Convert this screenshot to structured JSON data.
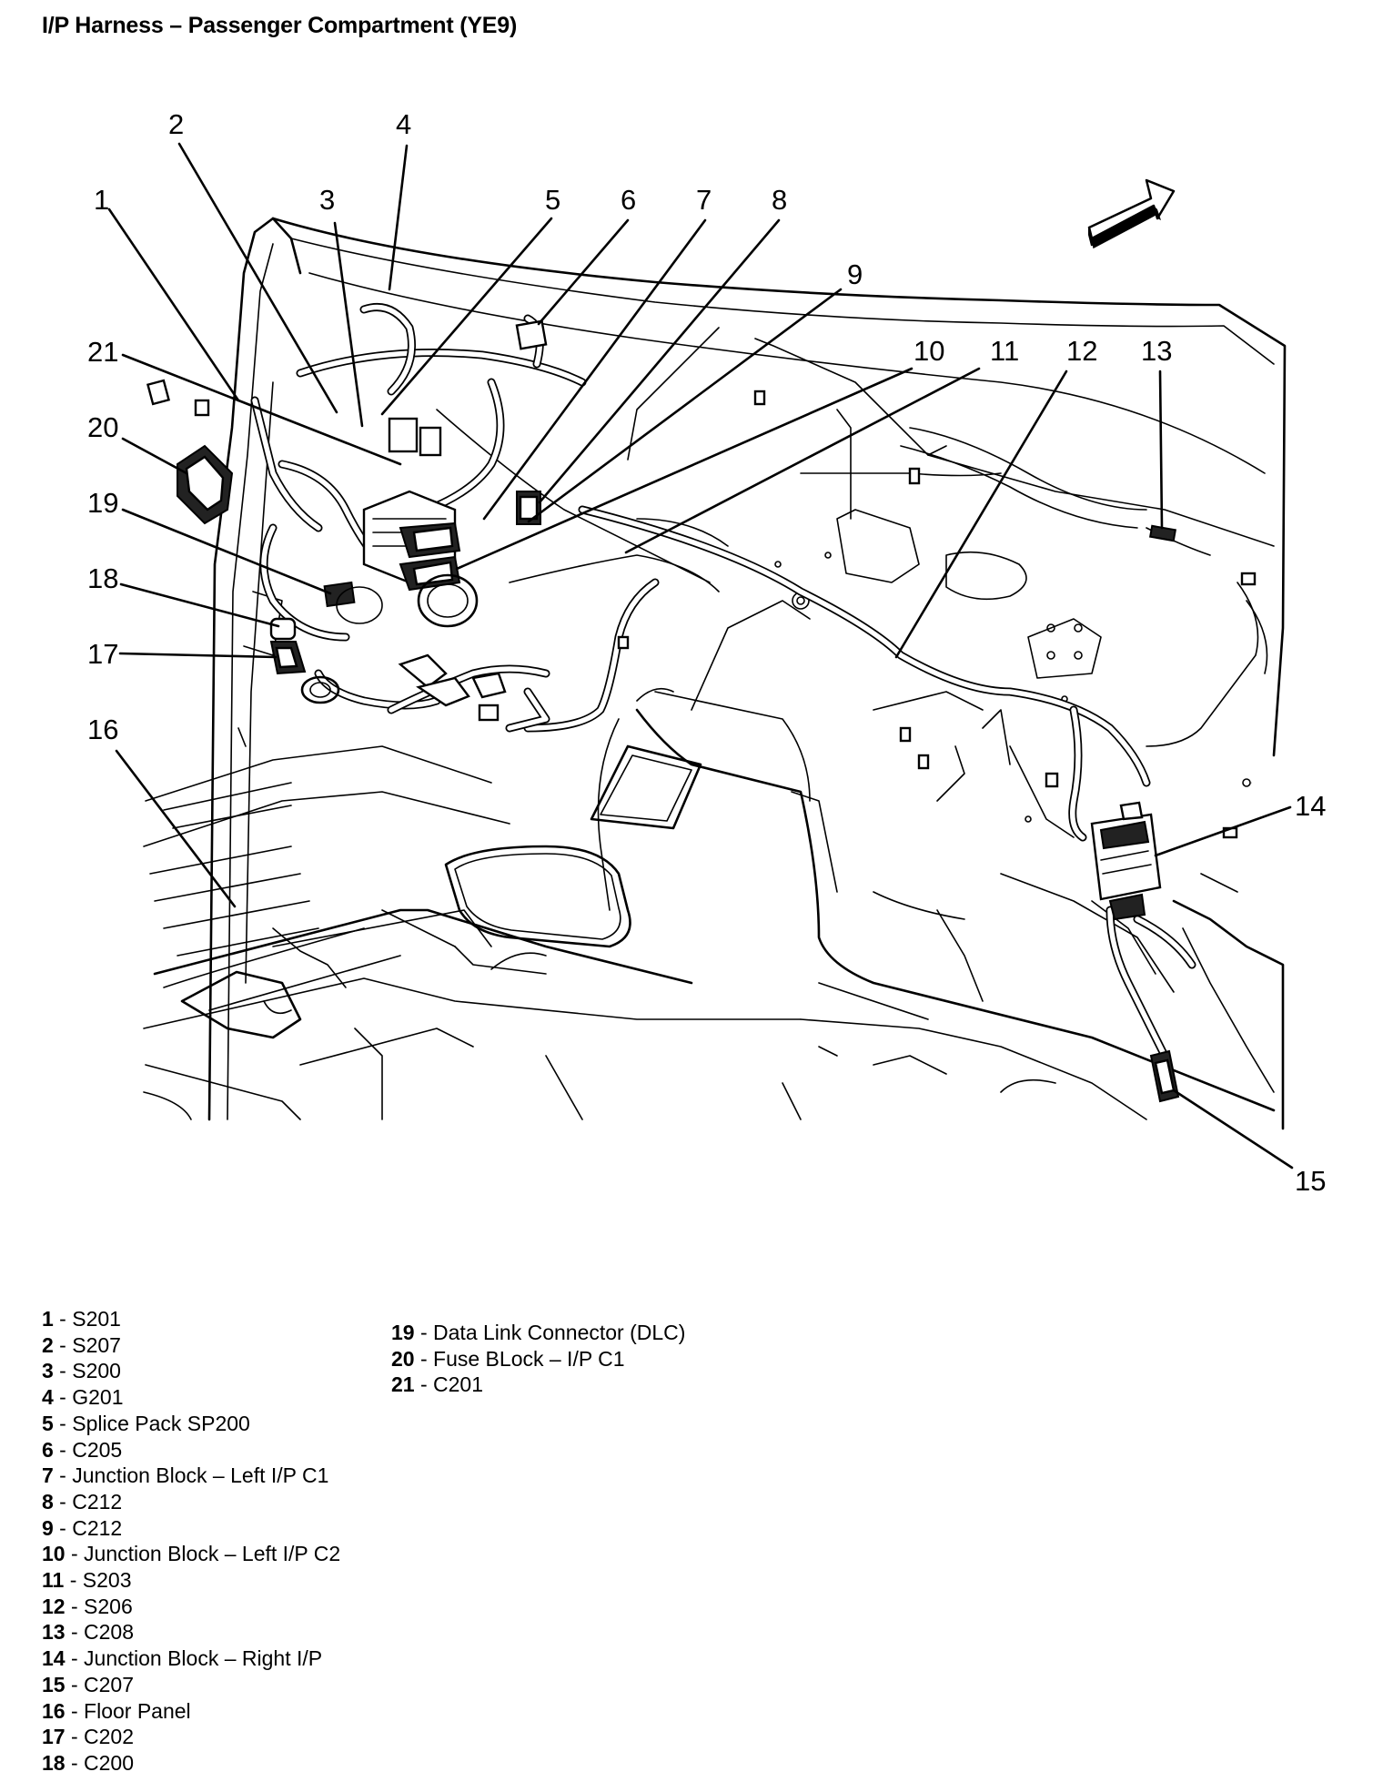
{
  "title": "I/P Harness – Passenger Compartment (YE9)",
  "callouts": [
    {
      "id": "1",
      "num": "1"
    },
    {
      "id": "2",
      "num": "2"
    },
    {
      "id": "3",
      "num": "3"
    },
    {
      "id": "4",
      "num": "4"
    },
    {
      "id": "5",
      "num": "5"
    },
    {
      "id": "6",
      "num": "6"
    },
    {
      "id": "7",
      "num": "7"
    },
    {
      "id": "8",
      "num": "8"
    },
    {
      "id": "9",
      "num": "9"
    },
    {
      "id": "10",
      "num": "10"
    },
    {
      "id": "11",
      "num": "11"
    },
    {
      "id": "12",
      "num": "12"
    },
    {
      "id": "13",
      "num": "13"
    },
    {
      "id": "14",
      "num": "14"
    },
    {
      "id": "15",
      "num": "15"
    },
    {
      "id": "16",
      "num": "16"
    },
    {
      "id": "17",
      "num": "17"
    },
    {
      "id": "18",
      "num": "18"
    },
    {
      "id": "19",
      "num": "19"
    },
    {
      "id": "20",
      "num": "20"
    },
    {
      "id": "21",
      "num": "21"
    }
  ],
  "legend": {
    "col1": [
      {
        "num": "1",
        "text": " - S201"
      },
      {
        "num": "2",
        "text": " - S207"
      },
      {
        "num": "3",
        "text": " - S200"
      },
      {
        "num": "4",
        "text": " - G201"
      },
      {
        "num": "5",
        "text": " - Splice Pack SP200"
      },
      {
        "num": "6",
        "text": " - C205"
      },
      {
        "num": "7",
        "text": " - Junction Block – Left I/P C1"
      },
      {
        "num": "8",
        "text": " - C212"
      },
      {
        "num": "9",
        "text": " - C212"
      },
      {
        "num": "10",
        "text": " - Junction Block – Left I/P C2"
      },
      {
        "num": "11",
        "text": " - S203"
      },
      {
        "num": "12",
        "text": " - S206"
      },
      {
        "num": "13",
        "text": " - C208"
      },
      {
        "num": "14",
        "text": " - Junction Block – Right I/P"
      },
      {
        "num": "15",
        "text": " - C207"
      },
      {
        "num": "16",
        "text": " - Floor Panel"
      },
      {
        "num": "17",
        "text": " - C202"
      },
      {
        "num": "18",
        "text": " - C200"
      }
    ],
    "col2": [
      {
        "num": "19",
        "text": " - Data Link Connector (DLC)"
      },
      {
        "num": "20",
        "text": " - Fuse BLock – I/P C1"
      },
      {
        "num": "21",
        "text": " - C201"
      }
    ]
  }
}
